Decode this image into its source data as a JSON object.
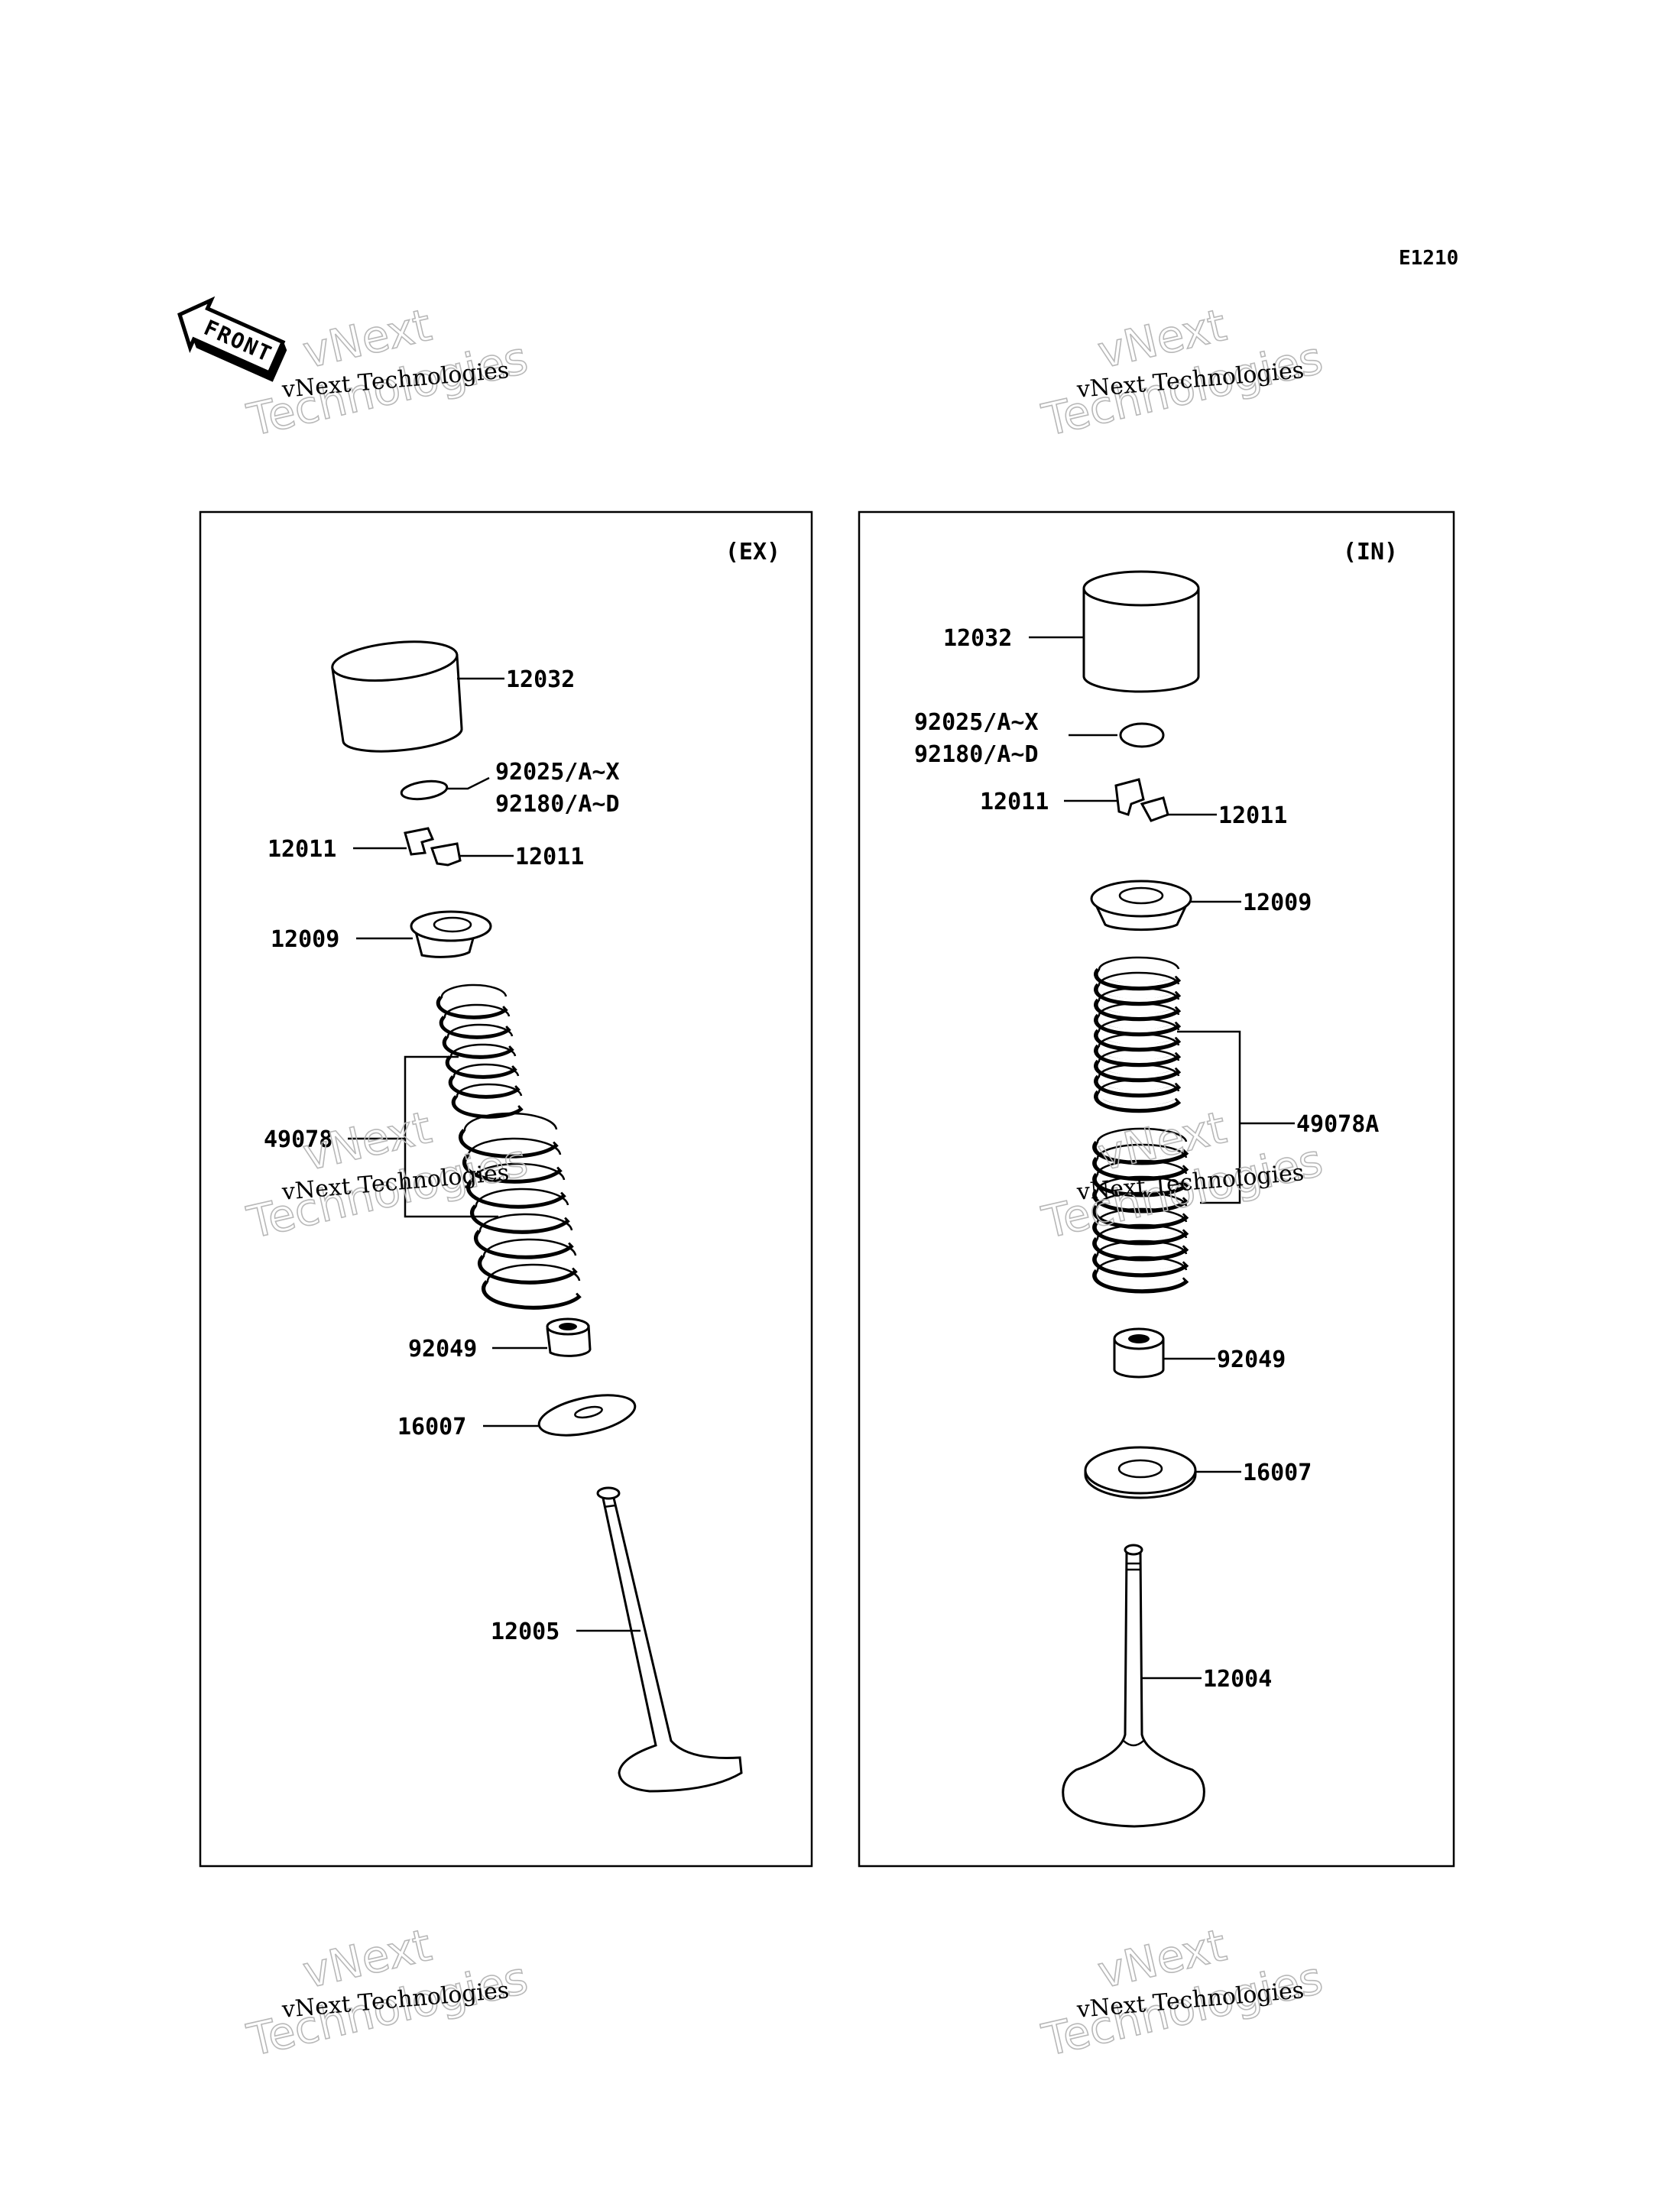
{
  "diagram_code": "E1210",
  "front_label": "FRONT",
  "watermark": {
    "line1": "vNext Technologies",
    "line2a": "vNext",
    "line2b": "Technologies"
  },
  "panels": {
    "exhaust": {
      "title": "(EX)",
      "parts": {
        "tappet": "12032",
        "shim_a": "92025/A~X",
        "shim_b": "92180/A~D",
        "cotter_left": "12011",
        "cotter_right": "12011",
        "retainer": "12009",
        "spring": "49078",
        "stem_seal": "92049",
        "spring_seat": "16007",
        "valve": "12005"
      }
    },
    "intake": {
      "title": "(IN)",
      "parts": {
        "tappet": "12032",
        "shim_a": "92025/A~X",
        "shim_b": "92180/A~D",
        "cotter_left": "12011",
        "cotter_right": "12011",
        "retainer": "12009",
        "spring": "49078A",
        "stem_seal": "92049",
        "spring_seat": "16007",
        "valve": "12004"
      }
    }
  }
}
